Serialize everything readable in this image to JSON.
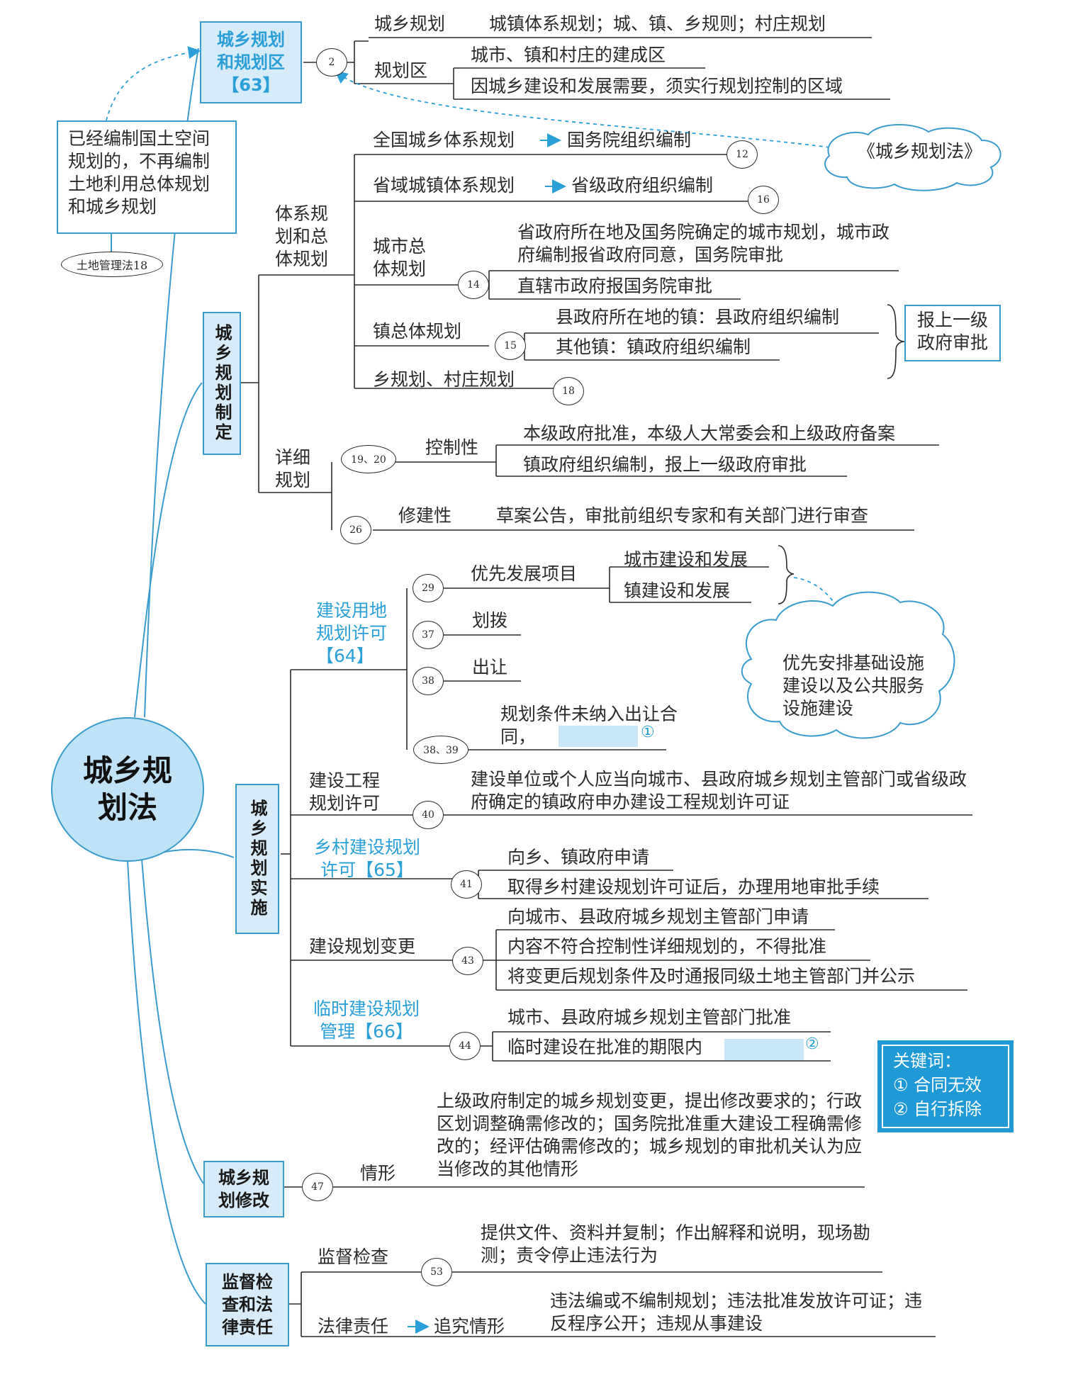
{
  "root": {
    "title": "城乡规\n划法"
  },
  "top_note": {
    "text": "已经编制国土空间规划的，不再编制土地利用总体规划和城乡规划",
    "ref": "土地管理法18"
  },
  "law_cloud": "《城乡规划法》",
  "branches": {
    "b1": {
      "title": "城乡规划\n和规划区",
      "ref": "【63】",
      "num": "2",
      "items": {
        "planning": "城乡规划",
        "planning_desc": "城镇体系规划；城、镇、乡规则；村庄规划",
        "area": "规划区",
        "area_a": "城市、镇和村庄的建成区",
        "area_b": "因城乡建设和发展需要，须实行规划控制的区域"
      }
    },
    "b2": {
      "title": "城乡规划制定",
      "system": "体系规\n划和总\n体规划",
      "national": "全国城乡体系规划",
      "national_to": "国务院组织编制",
      "national_num": "12",
      "provincial": "省域城镇体系规划",
      "provincial_to": "省级政府组织编制",
      "provincial_num": "16",
      "city": "城市总\n体规划",
      "city_num": "14",
      "city_a": "省政府所在地及国务院确定的城市规划，城市政府编制报省政府同意，国务院审批",
      "city_b": "直辖市政府报国务院审批",
      "town": "镇总体规划",
      "town_num": "15",
      "town_a": "县政府所在地的镇：县政府组织编制",
      "town_b": "其他镇：镇政府组织编制",
      "town_approve": "报上一级\n政府审批",
      "village": "乡规划、村庄规划",
      "village_num": "18",
      "detail": "详细\n规划",
      "detail_num": "19、20",
      "control": "控制性",
      "control_a": "本级政府批准，本级人大常委会和上级政府备案",
      "control_b": "镇政府组织编制，报上一级政府审批",
      "build_num": "26",
      "build": "修建性",
      "build_desc": "草案公告，审批前组织专家和有关部门进行审查"
    },
    "b3": {
      "title": "城乡规划实施",
      "land": "建设用地\n规划许可",
      "land_ref": "【64】",
      "priority_num": "29",
      "priority": "优先发展项目",
      "priority_a": "城市建设和发展",
      "priority_b": "镇建设和发展",
      "priority_cloud": "优先安排基础设施建设以及公共服务设施建设",
      "allot_num": "37",
      "allot": "划拨",
      "transfer_num": "38",
      "transfer": "出让",
      "cond_num": "38、39",
      "cond": "规划条件未纳入出让合同，",
      "cond_mark": "①",
      "project": "建设工程\n规划许可",
      "project_num": "40",
      "project_desc": "建设单位或个人应当向城市、县政府城乡规划主管部门或省级政府确定的镇政府申办建设工程规划许可证",
      "rural": "乡村建设规划\n许可【65】",
      "rural_num": "41",
      "rural_a": "向乡、镇政府申请",
      "rural_b": "取得乡村建设规划许可证后，办理用地审批手续",
      "change": "建设规划变更",
      "change_num": "43",
      "change_a": "向城市、县政府城乡规划主管部门申请",
      "change_b": "内容不符合控制性详细规划的，不得批准",
      "change_c": "将变更后规划条件及时通报同级土地主管部门并公示",
      "temp": "临时建设规划\n管理【66】",
      "temp_num": "44",
      "temp_a": "城市、县政府城乡规划主管部门批准",
      "temp_b": "临时建设在批准的期限内",
      "temp_mark": "②"
    },
    "keywords": {
      "title": "关键词：",
      "k1": "① 合同无效",
      "k2": "② 自行拆除"
    },
    "b4": {
      "title": "城乡规\n划修改",
      "num": "47",
      "case": "情形",
      "desc": "上级政府制定的城乡规划变更，提出修改要求的；行政区划调整确需修改的；国务院批准重大建设工程确需修改的；经评估确需修改的；城乡规划的审批机关认为应当修改的其他情形"
    },
    "b5": {
      "title": "监督检\n查和法\n律责任",
      "num": "53",
      "inspect": "监督检查",
      "inspect_desc": "提供文件、资料并复制；作出解释和说明，现场勘测；责令停止违法行为",
      "liab": "法律责任",
      "liab_to": "追究情形",
      "liab_desc": "违法编或不编制规划；违法批准发放许可证；违反程序公开；违规从事建设"
    },
    "colors": {
      "accent": "#2a9fd8",
      "box_fill": "#d7ecf8",
      "root_fill": "#bfe2f7",
      "keyword_fill": "#1f9ad6"
    }
  }
}
